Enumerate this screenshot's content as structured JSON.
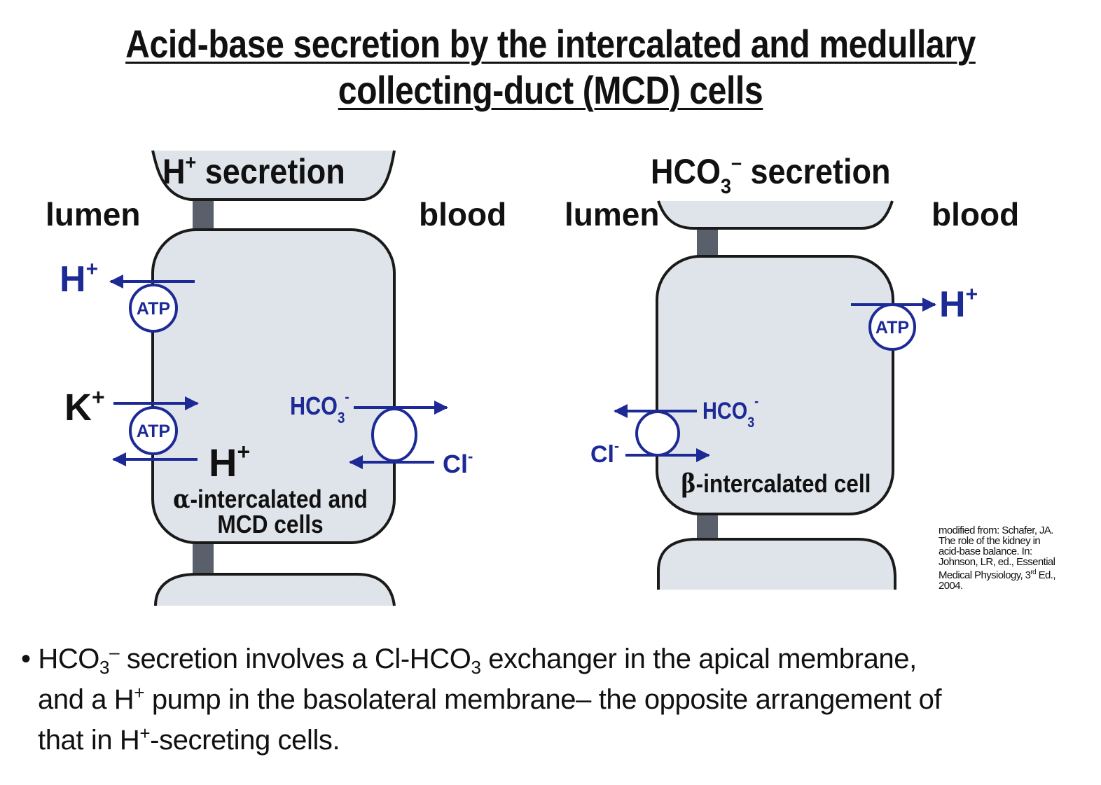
{
  "title": {
    "line1": "Acid-base secretion by the intercalated and medullary",
    "line2": "collecting-duct (MCD) cells"
  },
  "left_panel": {
    "heading_base": "H",
    "heading_sup": "+",
    "heading_rest": " secretion",
    "lumen": "lumen",
    "blood": "blood",
    "h_ion_base": "H",
    "h_ion_sup": "+",
    "atp_top": "ATP",
    "k_ion_base": "K",
    "k_ion_sup": "+",
    "atp_bottom": "ATP",
    "h_ion2_base": "H",
    "h_ion2_sup": "+",
    "hco3_base": "HCO",
    "hco3_sub": "3",
    "hco3_sup": "-",
    "cl_base": "Cl",
    "cl_sup": "-",
    "cell_label_line1_greek": "α",
    "cell_label_line1_rest": "-intercalated and",
    "cell_label_line2": "MCD cells"
  },
  "right_panel": {
    "heading_base": "HCO",
    "heading_sub": "3",
    "heading_sup": "–",
    "heading_rest": " secretion",
    "lumen": "lumen",
    "blood": "blood",
    "h_ion_base": "H",
    "h_ion_sup": "+",
    "atp": "ATP",
    "hco3_base": "HCO",
    "hco3_sub": "3",
    "hco3_sup": "-",
    "cl_base": "Cl",
    "cl_sup": "-",
    "cell_label_greek": "β",
    "cell_label_rest": "-intercalated cell"
  },
  "citation": {
    "line1": "modified from: Schafer, JA.",
    "line2": "The role of the kidney in",
    "line3": "acid-base balance. In:",
    "line4": "Johnson, LR, ed., Essential",
    "line5_pre": "Medical Physiology, 3",
    "line5_sup": "rd",
    "line5_post": " Ed.,",
    "line6": "2004."
  },
  "bullet": {
    "mark": "•",
    "p1": "HCO",
    "p1_sub": "3",
    "p1_sup": "–",
    "p2": " secretion involves a Cl-HCO",
    "p2_sub": "3",
    "p3": " exchanger in the apical membrane,",
    "p4": "and a H",
    "p4_sup": "+",
    "p5": " pump in the basolateral membrane– the opposite arrangement of",
    "p6": "that in H",
    "p6_sup": "+",
    "p7": "-secreting cells."
  },
  "colors": {
    "cell_fill": "#dfe4ea",
    "cell_stroke": "#1a1a1a",
    "junction": "#59606c",
    "transport_blue": "#1d2a96",
    "ion_blue": "#1d2a96",
    "text": "#111111"
  }
}
